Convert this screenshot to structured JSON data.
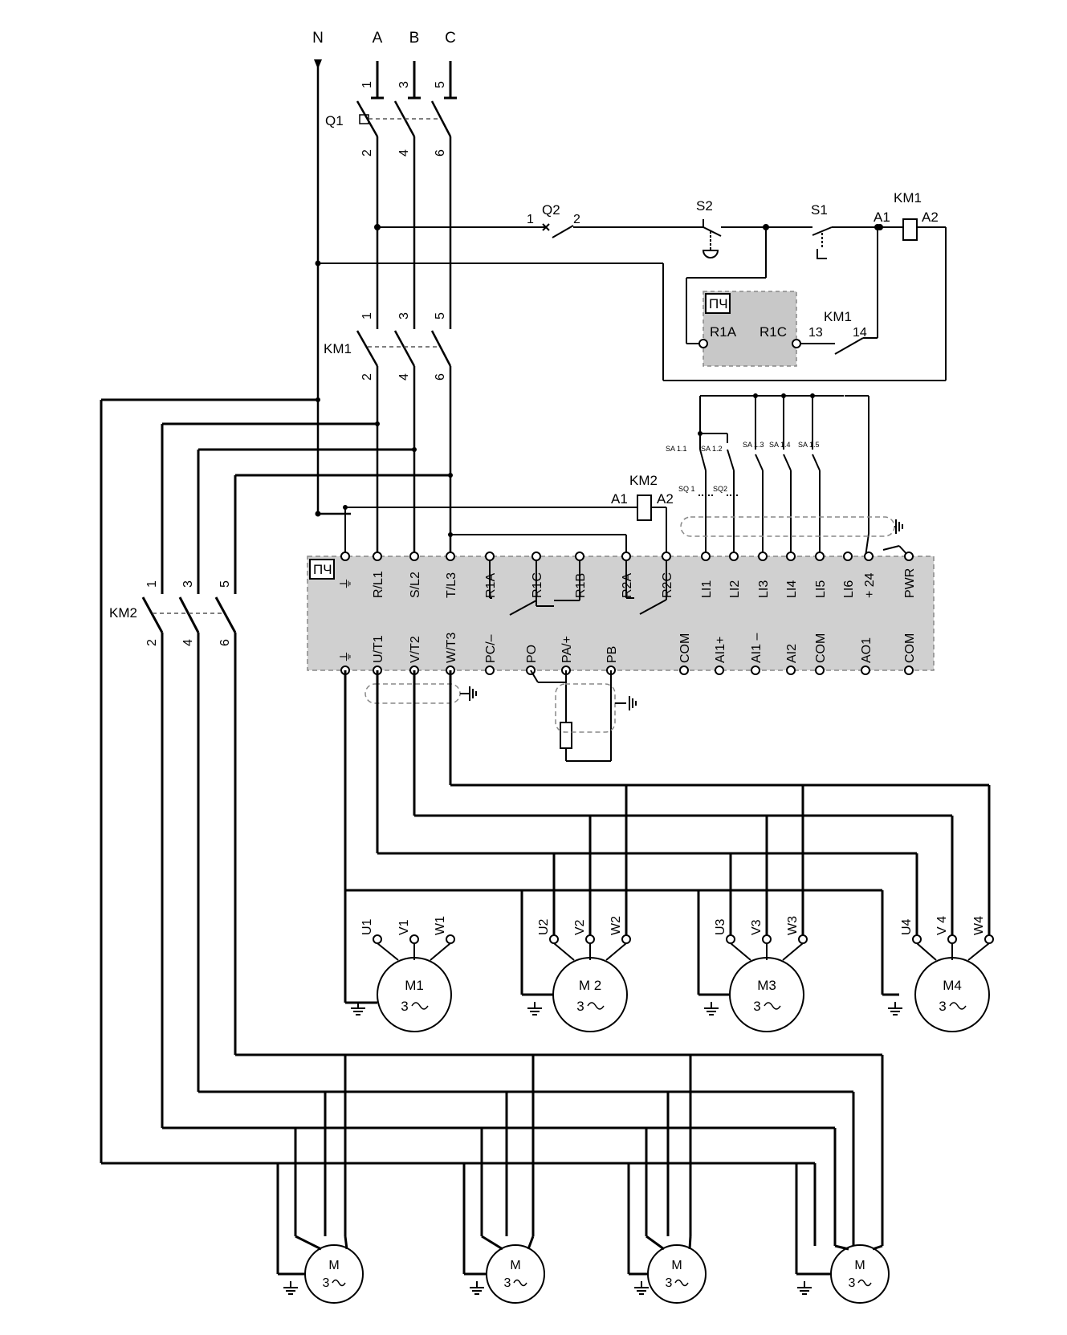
{
  "phases": [
    "N",
    "A",
    "B",
    "C"
  ],
  "q1": {
    "label": "Q1",
    "top_terms": [
      "1",
      "3",
      "5"
    ],
    "bottom_terms": [
      "2",
      "4",
      "6"
    ]
  },
  "km1_main": {
    "label": "KM1",
    "top_terms": [
      "1",
      "3",
      "5"
    ],
    "bottom_terms": [
      "2",
      "4",
      "6"
    ]
  },
  "km2_main": {
    "label": "KM2",
    "top_terms": [
      "1",
      "3",
      "5"
    ],
    "bottom_terms": [
      "2",
      "4",
      "6"
    ]
  },
  "control": {
    "q2": {
      "label": "Q2",
      "t1": "1",
      "t2": "2"
    },
    "s2": "S2",
    "s1": "S1",
    "km1_coil": {
      "label": "KM1",
      "a1": "A1",
      "a2": "A2"
    },
    "vfd_relay_box": {
      "tag": "ПЧ",
      "r1a": "R1A",
      "r1c": "R1C"
    },
    "km1_aux": {
      "label": "KM1",
      "t13": "13",
      "t14": "14"
    },
    "km2_coil": {
      "label": "KM2",
      "a1": "A1",
      "a2": "A2"
    },
    "switches": [
      "SA 1.1",
      "SA 1.2",
      "SA 1.3",
      "SA 1.4",
      "SA 1.5"
    ],
    "limit_switches": [
      "SQ 1",
      "SQ2"
    ]
  },
  "vfd": {
    "tag": "ПЧ",
    "top_terminals": [
      "⏚",
      "R/L1",
      "S/L2",
      "T/L3",
      "R1A",
      "R1C",
      "R1B",
      "R2A",
      "R2C",
      "LI1",
      "LI2",
      "LI3",
      "LI4",
      "LI5",
      "LI6",
      "+ 24",
      "PWR"
    ],
    "bottom_terminals": [
      "⏚",
      "U/T1",
      "V/T2",
      "W/T3",
      "PC/–",
      "PO",
      "PA/+",
      "PB",
      "COM",
      "AI1+",
      "AI1 –",
      "AI2",
      "COM",
      "AO1",
      "COM"
    ]
  },
  "motors_row1": [
    {
      "name": "M1",
      "phase": "3",
      "terms": [
        "U1",
        "V1",
        "W1"
      ]
    },
    {
      "name": "M 2",
      "phase": "3",
      "terms": [
        "U2",
        "V2",
        "W2"
      ]
    },
    {
      "name": "M3",
      "phase": "3",
      "terms": [
        "U3",
        "V3",
        "W3"
      ]
    },
    {
      "name": "M4",
      "phase": "3",
      "terms": [
        "U4",
        "V 4",
        "W4"
      ]
    }
  ],
  "motors_row2": [
    {
      "name": "M",
      "phase": "3"
    },
    {
      "name": "M",
      "phase": "3"
    },
    {
      "name": "M",
      "phase": "3"
    },
    {
      "name": "M",
      "phase": "3"
    }
  ],
  "colors": {
    "line": "#000000",
    "vfd_fill": "#d0d0d0",
    "relay_fill": "#c8c8c8",
    "dash": "#888888"
  },
  "icons": [
    "ground-icon",
    "contact-icon",
    "coil-icon",
    "motor-icon",
    "resistor-icon",
    "shield-icon"
  ]
}
